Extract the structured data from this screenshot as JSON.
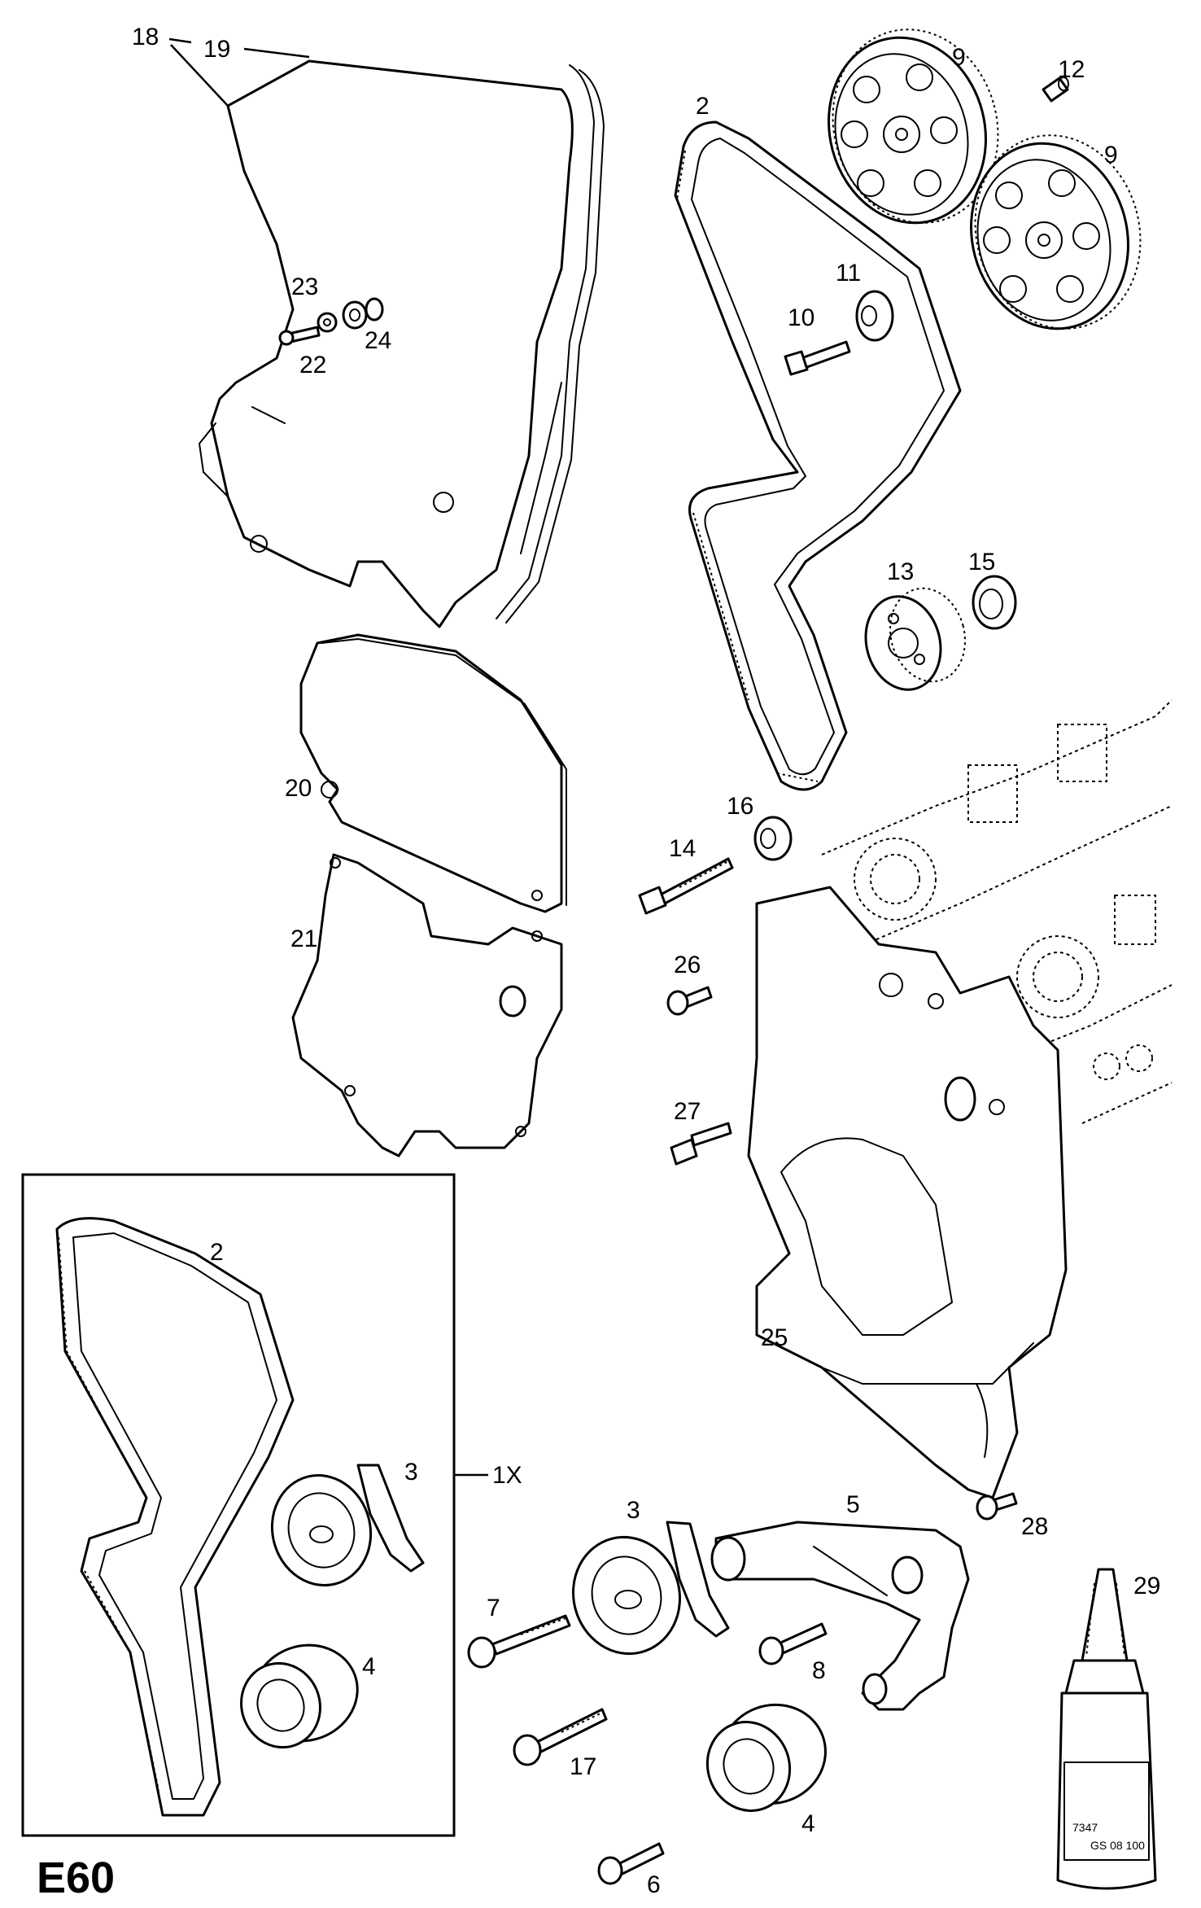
{
  "diagram": {
    "code": "E60",
    "kit_label": "1X",
    "bottle_labels": [
      "7347",
      "GS 08 100"
    ],
    "callouts": {
      "p18": "18",
      "p19": "19",
      "p2_top": "2",
      "p9_a": "9",
      "p9_b": "9",
      "p12": "12",
      "p23": "23",
      "p24": "24",
      "p22": "22",
      "p11": "11",
      "p10": "10",
      "p13": "13",
      "p15": "15",
      "p20": "20",
      "p16": "16",
      "p14": "14",
      "p21": "21",
      "p26": "26",
      "p27": "27",
      "p2_kit": "2",
      "p3_kit": "3",
      "p4_kit": "4",
      "p25": "25",
      "p28": "28",
      "p5": "5",
      "p3": "3",
      "p7": "7",
      "p8": "8",
      "p17": "17",
      "p29": "29",
      "p4": "4",
      "p6": "6"
    }
  }
}
